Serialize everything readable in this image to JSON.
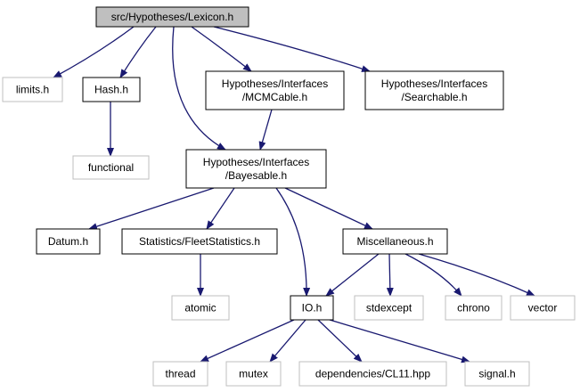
{
  "nodes": [
    {
      "id": "lexicon",
      "lines": [
        "src/Hypotheses/Lexicon.h"
      ],
      "style": "root"
    },
    {
      "id": "limits",
      "lines": [
        "limits.h"
      ],
      "style": "external"
    },
    {
      "id": "hash",
      "lines": [
        "Hash.h"
      ],
      "style": "local"
    },
    {
      "id": "mcmcable",
      "lines": [
        "Hypotheses/Interfaces",
        "/MCMCable.h"
      ],
      "style": "local"
    },
    {
      "id": "searchable",
      "lines": [
        "Hypotheses/Interfaces",
        "/Searchable.h"
      ],
      "style": "local"
    },
    {
      "id": "functional",
      "lines": [
        "functional"
      ],
      "style": "external"
    },
    {
      "id": "bayesable",
      "lines": [
        "Hypotheses/Interfaces",
        "/Bayesable.h"
      ],
      "style": "local"
    },
    {
      "id": "datum",
      "lines": [
        "Datum.h"
      ],
      "style": "local"
    },
    {
      "id": "fleetstats",
      "lines": [
        "Statistics/FleetStatistics.h"
      ],
      "style": "local"
    },
    {
      "id": "misc",
      "lines": [
        "Miscellaneous.h"
      ],
      "style": "local"
    },
    {
      "id": "atomic",
      "lines": [
        "atomic"
      ],
      "style": "external"
    },
    {
      "id": "io",
      "lines": [
        "IO.h"
      ],
      "style": "local"
    },
    {
      "id": "stdexcept",
      "lines": [
        "stdexcept"
      ],
      "style": "external"
    },
    {
      "id": "chrono",
      "lines": [
        "chrono"
      ],
      "style": "external"
    },
    {
      "id": "vector",
      "lines": [
        "vector"
      ],
      "style": "external"
    },
    {
      "id": "thread",
      "lines": [
        "thread"
      ],
      "style": "external"
    },
    {
      "id": "mutex",
      "lines": [
        "mutex"
      ],
      "style": "external"
    },
    {
      "id": "cl11",
      "lines": [
        "dependencies/CL11.hpp"
      ],
      "style": "external"
    },
    {
      "id": "signal",
      "lines": [
        "signal.h"
      ],
      "style": "external"
    }
  ],
  "edges": [
    {
      "from": "lexicon",
      "to": "limits"
    },
    {
      "from": "lexicon",
      "to": "hash"
    },
    {
      "from": "lexicon",
      "to": "mcmcable"
    },
    {
      "from": "lexicon",
      "to": "searchable"
    },
    {
      "from": "lexicon",
      "to": "bayesable"
    },
    {
      "from": "hash",
      "to": "functional"
    },
    {
      "from": "mcmcable",
      "to": "bayesable"
    },
    {
      "from": "bayesable",
      "to": "datum"
    },
    {
      "from": "bayesable",
      "to": "fleetstats"
    },
    {
      "from": "bayesable",
      "to": "misc"
    },
    {
      "from": "bayesable",
      "to": "io"
    },
    {
      "from": "fleetstats",
      "to": "atomic"
    },
    {
      "from": "misc",
      "to": "io"
    },
    {
      "from": "misc",
      "to": "stdexcept"
    },
    {
      "from": "misc",
      "to": "chrono"
    },
    {
      "from": "misc",
      "to": "vector"
    },
    {
      "from": "io",
      "to": "thread"
    },
    {
      "from": "io",
      "to": "mutex"
    },
    {
      "from": "io",
      "to": "cl11"
    },
    {
      "from": "io",
      "to": "signal"
    }
  ],
  "colors": {
    "edge": "#191970",
    "root_fill": "#bfbfbf",
    "root_border": "#000000",
    "local_border": "#000000",
    "external_border": "#bfbfbf",
    "text": "#000000"
  }
}
